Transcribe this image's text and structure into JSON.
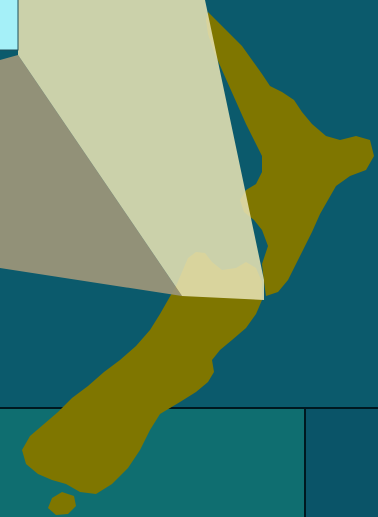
{
  "map": {
    "colors": {
      "ocean": "#0b5a6c",
      "land": "#7f7600",
      "panel_lower_left": "#0f6e70",
      "panel_lower_right": "#0a5468",
      "panel_divider": "#001820",
      "inset_box": "#a5f0f8",
      "inset_box_border": "#1e4e5a",
      "callout_light": "#e6e1b3",
      "callout_dark": "#9a9579"
    },
    "features": {
      "north_island": "north-island",
      "south_island": "south-island",
      "stewart_island": "stewart-island"
    }
  }
}
